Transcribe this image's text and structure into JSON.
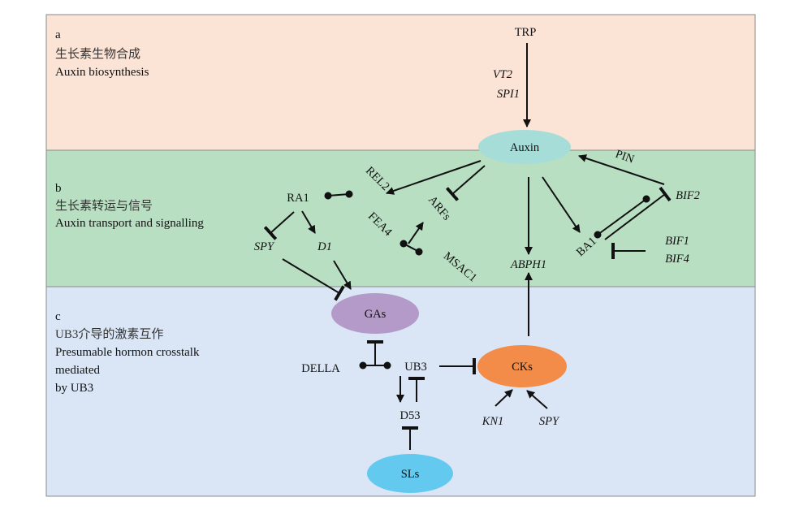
{
  "colors": {
    "panel_a_bg": "#FBE3D6",
    "panel_b_bg": "#B9DFC3",
    "panel_c_bg": "#DAE6F5",
    "auxin_fill": "#A6DDD8",
    "gas_fill": "#B49AC8",
    "cks_fill": "#F28C48",
    "sls_fill": "#63C9EE",
    "line": "#111111"
  },
  "panels": {
    "a": {
      "letter": "a",
      "title_zh": "生长素生物合成",
      "title_en": "Auxin biosynthesis"
    },
    "b": {
      "letter": "b",
      "title_zh": "生长素转运与信号",
      "title_en": "Auxin transport and signalling"
    },
    "c": {
      "letter": "c",
      "title_zh": "UB3介导的激素互作",
      "title_en_1": "Presumable hormon crosstalk",
      "title_en_2": "mediated",
      "title_en_3": "by UB3"
    }
  },
  "nodes": {
    "trp": "TRP",
    "vt2": "VT2",
    "spi1": "SPI1",
    "auxin": "Auxin",
    "pin": "PIN",
    "rel2": "REL2",
    "arfs": "ARFs",
    "fea4": "FEA4",
    "msac1": "MSAC1",
    "ra1": "RA1",
    "spy_b": "SPY",
    "d1": "D1",
    "abph1": "ABPH1",
    "ba1": "BA1",
    "bif2": "BIF2",
    "bif1": "BIF1",
    "bif4": "BIF4",
    "gas": "GAs",
    "della": "DELLA",
    "ub3": "UB3",
    "cks": "CKs",
    "d53": "D53",
    "sls": "SLs",
    "kn1": "KN1",
    "spy_c": "SPY"
  }
}
